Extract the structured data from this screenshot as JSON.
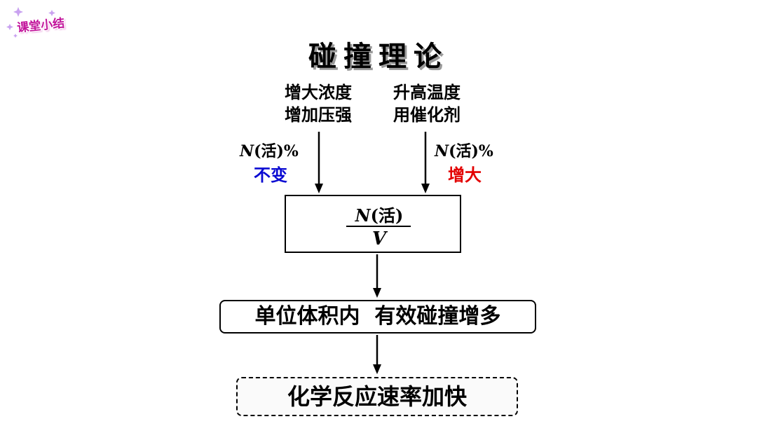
{
  "badge": {
    "text": "课堂小结"
  },
  "title": "碰撞理论",
  "left_branch": {
    "condition_1": "增大浓度",
    "condition_2": "增加压强",
    "n_label": "N",
    "n_label_rest": "(活)%",
    "state": "不变"
  },
  "right_branch": {
    "condition_1": "升高温度",
    "condition_2": "用催化剂",
    "n_label": "N",
    "n_label_rest": "(活)%",
    "state": "增大"
  },
  "ratio": {
    "numerator_var": "N",
    "numerator_rest": "(活)",
    "denominator": "V"
  },
  "collision_box": "单位体积内  有效碰撞增多",
  "result_box": "化学反应速率加快",
  "colors": {
    "unchanged": "#0a0ad2",
    "increased": "#e30000",
    "badge": "#c2149b"
  }
}
